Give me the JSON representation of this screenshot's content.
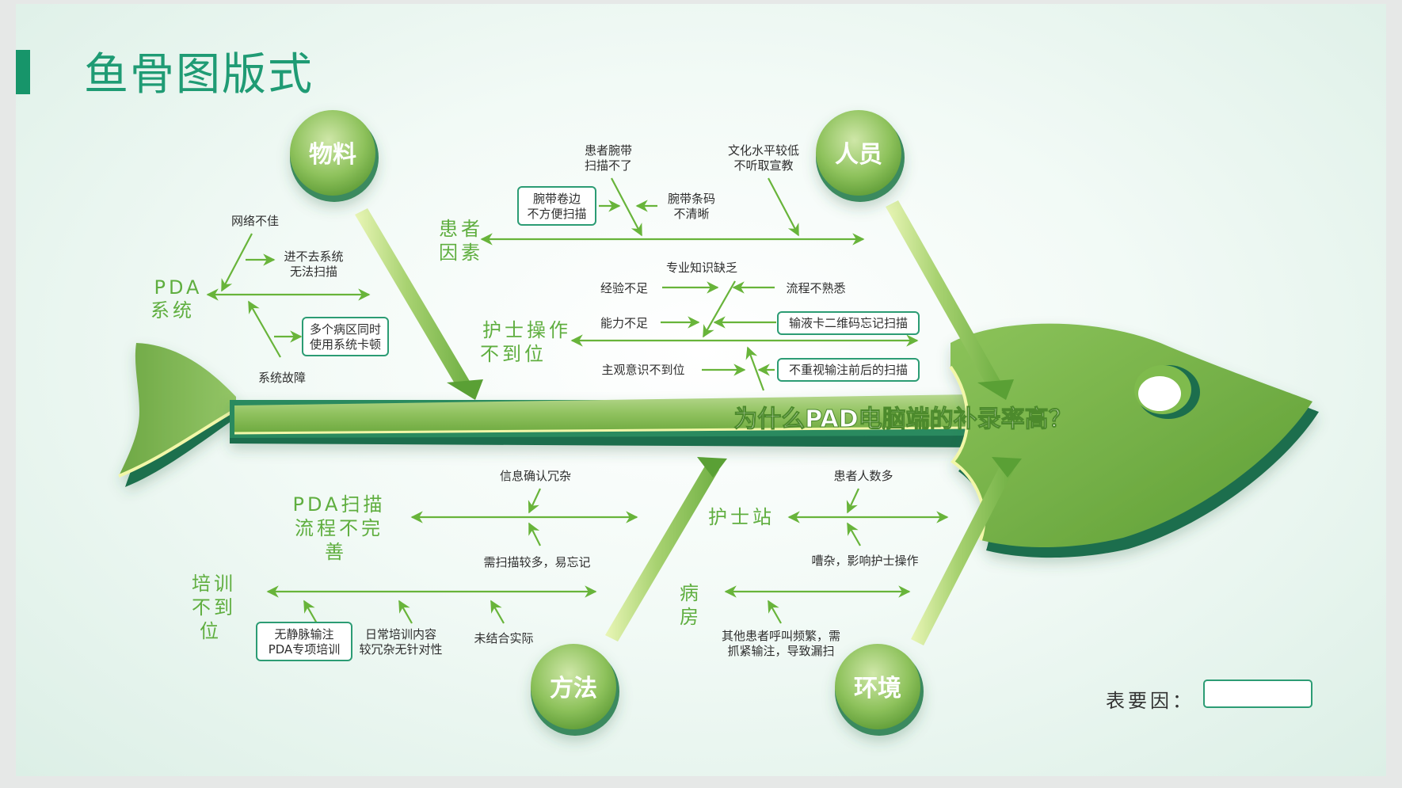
{
  "title": "鱼骨图版式",
  "problem": "为什么PAD电脑端的补录率高？",
  "categories": {
    "material": "物料",
    "people": "人员",
    "method": "方法",
    "environment": "环境"
  },
  "branches": {
    "pda_system": [
      "PDA",
      "系统"
    ],
    "patient_factor": [
      "患者",
      "因素"
    ],
    "nurse_operation": [
      "护士操作",
      "不到位"
    ],
    "pda_scan_process": [
      "PDA扫描",
      "流程不完",
      "善"
    ],
    "training": [
      "培训",
      "不到",
      "位"
    ],
    "nurse_station": [
      "护士站"
    ],
    "ward": [
      "病",
      "房"
    ]
  },
  "causes": {
    "network_poor": "网络不佳",
    "cannot_enter": [
      "进不去系统",
      "无法扫描"
    ],
    "multi_ward": [
      "多个病区同时",
      "使用系统卡顿"
    ],
    "system_fault": "系统故障",
    "wristband_scan": [
      "患者腕带",
      "扫描不了"
    ],
    "wristband_curl": [
      "腕带卷边",
      "不方便扫描"
    ],
    "barcode_unclear": [
      "腕带条码",
      "不清晰"
    ],
    "low_education": [
      "文化水平较低",
      "不听取宣教"
    ],
    "lack_knowledge": "专业知识缺乏",
    "lack_experience": "经验不足",
    "process_unfamiliar": "流程不熟悉",
    "ability_lacking": "能力不足",
    "forgot_infusion_scan": "输液卡二维码忘记扫描",
    "weak_awareness": "主观意识不到位",
    "ignore_scan": "不重视输注前后的扫描",
    "info_redundant": "信息确认冗杂",
    "many_scans": "需扫描较多，易忘记",
    "no_iv_training": [
      "无静脉输注",
      "PDA专项培训"
    ],
    "training_redundant": [
      "日常培训内容",
      "较冗杂无针对性"
    ],
    "not_practical": "未结合实际",
    "many_patients": "患者人数多",
    "noisy": "嘈杂，影响护士操作",
    "frequent_calls": [
      "其他患者呼叫频繁，需",
      "抓紧输注，导致漏扫"
    ]
  },
  "key_factor_label": "表要因：",
  "colors": {
    "title": "#1f9b74",
    "branch_text": "#5fae3f",
    "arrow": "#68b43a",
    "fish_body": "#76b245",
    "fish_dark": "#1e6e4e",
    "box_border": "#2c9c74"
  }
}
